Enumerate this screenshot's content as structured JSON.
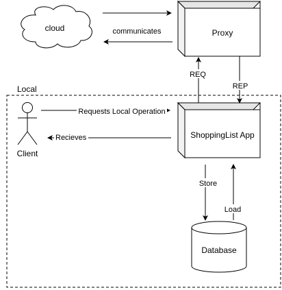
{
  "diagram": {
    "region_label": "Local",
    "nodes": {
      "cloud": "cloud",
      "proxy": "Proxy",
      "app": "ShoppingList App",
      "client": "Client",
      "database": "Database"
    },
    "edges": {
      "communicates": "communicates",
      "req": "REQ",
      "rep": "REP",
      "requests_local": "Requests Local Operation",
      "recieves": "Recieves",
      "store": "Store",
      "load": "Load"
    }
  }
}
